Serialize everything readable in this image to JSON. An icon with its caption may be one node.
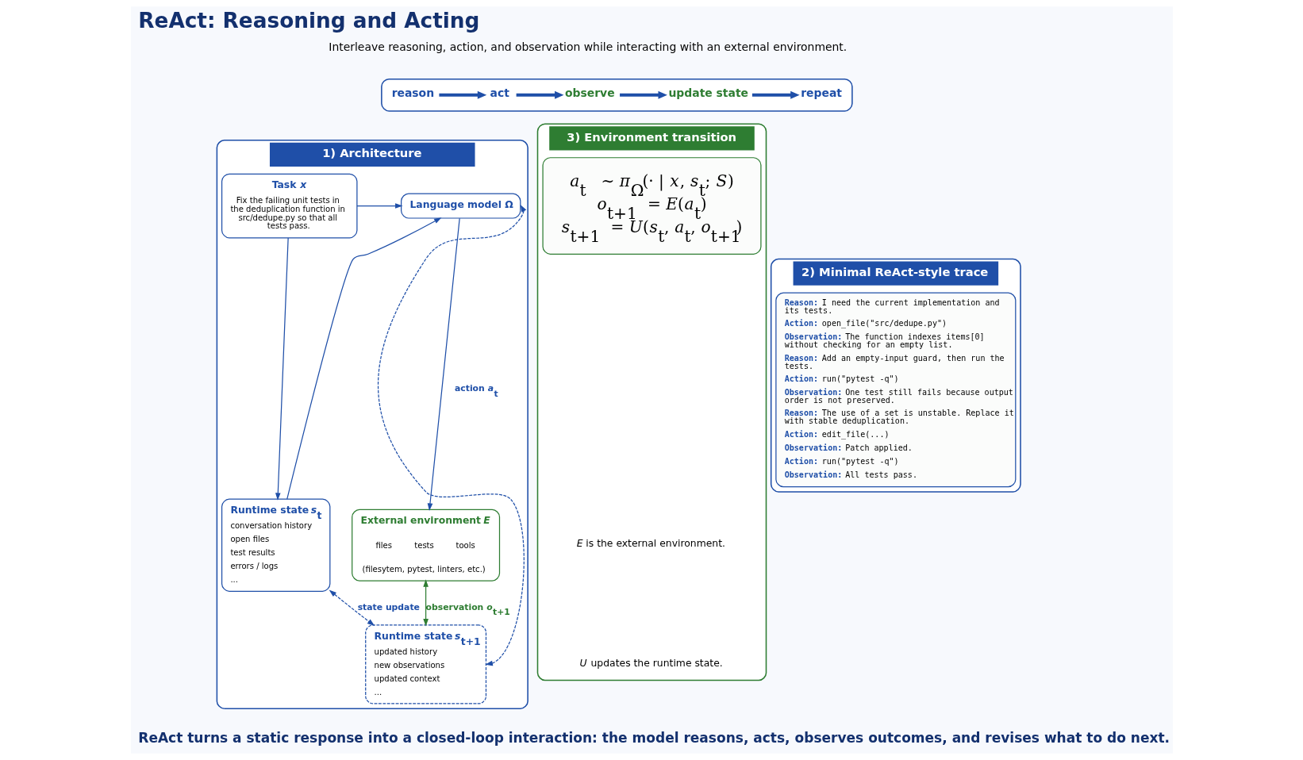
{
  "diagram": {
    "title": "ReAct: Reasoning and Acting",
    "caption": "ReAct turns a static response into a closed-loop interaction: the model reasons, acts, observes outcomes, and revises what to do next.",
    "nodes": [
      {
        "text": [],
        "shape": "box"
      },
      {
        "text": [
          "reason"
        ],
        "in": 0
      },
      {
        "text": [
          "act"
        ],
        "in": 0
      },
      {
        "text": [
          "observe"
        ],
        "in": 0
      },
      {
        "text": [
          "update state"
        ],
        "in": 0
      },
      {
        "text": [
          "repeat"
        ],
        "in": 0
      },
      {
        "text": [
          "1) Architecture"
        ]
      },
      {
        "text": [
          "Task *x*",
          "Fix the failing unit tests in the deduplication function in src/dedupe.py so that all tests pass."
        ],
        "in": 6
      },
      {
        "text": [
          "Language model Ω"
        ],
        "in": 6
      },
      {
        "text": [
          "Runtime state *s*$_{t}$",
          "conversation history",
          "open files",
          "test results",
          "errors / logs",
          "..."
        ],
        "in": 6
      },
      {
        "text": [
          "External environment *E*",
          "files",
          "tests",
          "tools",
          "(filesytem, pytest, linters, etc.)"
        ],
        "in": 6
      },
      {
        "text": [
          "Runtime state *s*$_{t+1}$",
          "updated history",
          "new observations",
          "updated context",
          "..."
        ],
        "in": 6
      },
      {
        "text": [
          "2) Minimal ReAct-style trace"
        ]
      },
      {
        "text": [
          "**Reason:** I need the current implementation and its tests.",
          "**Action:** open_file(\"src/dedupe.py\")",
          "**Observation:** The function indexes items[0] without checking for an empty list.",
          "**Reason:** Add an empty-input guard, then run the tests.",
          "**Action:** run(\"pytest -q\")",
          "**Observation:** One test still fails because output order is not preserved.",
          "**Reason:** The use of a set is unstable. Replace it with stable deduplication.",
          "**Action:** edit_file(...)",
          "**Observation:** Patch applied.",
          "**Action:** run(\"pytest -q\")",
          "**Observation:** All tests pass."
        ],
        "in": 12
      },
      {
        "text": [
          "3) Environment transition"
        ]
      },
      {
        "text": [
          "*a*$_{t}$ ∼ *π*$_{Ω}$(· | *x*, *s*$_{t}$; *S*)",
          "*o*$_{t+1}$ = *E*(*a*$_{t}$)",
          "*s*$_{t+1}$ = *U*(*s*$_{t}$, *a*$_{t}$, *o*$_{t+1}$)"
        ],
        "in": 14
      }
    ],
    "edges": [
      {
        "from": 1,
        "to": 2,
        "arrow": "to",
        "style": "thick"
      },
      {
        "from": 2,
        "to": 3,
        "arrow": "to",
        "style": "thick"
      },
      {
        "from": 3,
        "to": 4,
        "arrow": "to",
        "style": "thick"
      },
      {
        "from": 4,
        "to": 5,
        "arrow": "to",
        "style": "thick"
      },
      {
        "from": 7,
        "to": 8,
        "arrow": "to"
      },
      {
        "from": 7,
        "to": 9,
        "arrow": "to"
      },
      {
        "from": 9,
        "to": 8,
        "arrow": "to"
      },
      {
        "from": 8,
        "to": 10,
        "arrow": "to",
        "label": "action *a*$_{t}$"
      },
      {
        "from": 10,
        "to": 11,
        "arrow": "both",
        "label": "observation *o*$_{t+1}$",
        "color": "#2e7d32"
      },
      {
        "from": 9,
        "to": 11,
        "arrow": "both",
        "style": "dashed",
        "label": "state update"
      },
      {
        "from": 11,
        "to": 8,
        "arrow": "both",
        "style": "dashed"
      }
    ],
    "labels": [
      "Interleave reasoning, action, and observation while interacting with an external environment.",
      "*E* is the external environment.",
      "*U* updates the runtime state."
    ]
  }
}
